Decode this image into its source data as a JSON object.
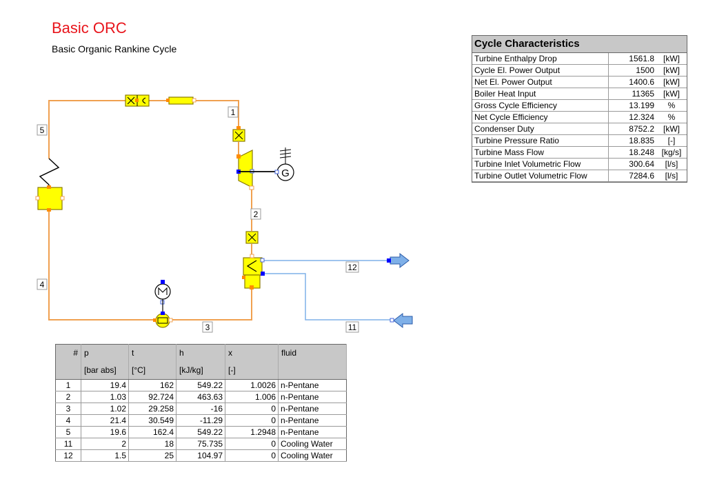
{
  "header": {
    "title": "Basic ORC",
    "subtitle": "Basic Organic Rankine Cycle"
  },
  "diagram": {
    "pipe_labels": [
      "1",
      "2",
      "3",
      "4",
      "5",
      "11",
      "12"
    ],
    "colors": {
      "process_line": "#f0a050",
      "cooling_line": "#7fb0e8",
      "component_fill": "#ffff00",
      "port_blue": "#0000ff",
      "port_orange": "#ff8c00"
    }
  },
  "cycle_characteristics": {
    "title": "Cycle Characteristics",
    "rows": [
      {
        "label": "Turbine Enthalpy Drop",
        "value": "1561.8",
        "unit": "[kW]"
      },
      {
        "label": "Cycle El. Power Output",
        "value": "1500",
        "unit": "[kW]"
      },
      {
        "label": "Net El. Power Output",
        "value": "1400.6",
        "unit": "[kW]"
      },
      {
        "label": "Boiler Heat Input",
        "value": "11365",
        "unit": "[kW]"
      },
      {
        "label": "Gross Cycle Efficiency",
        "value": "13.199",
        "unit": "%"
      },
      {
        "label": "Net Cycle Efficiency",
        "value": "12.324",
        "unit": "%"
      },
      {
        "label": "Condenser Duty",
        "value": "8752.2",
        "unit": "[kW]"
      },
      {
        "label": "Turbine Pressure Ratio",
        "value": "18.835",
        "unit": "[-]"
      },
      {
        "label": "Turbine Mass Flow",
        "value": "18.248",
        "unit": "[kg/s]"
      },
      {
        "label": "Turbine Inlet Volumetric Flow",
        "value": "300.64",
        "unit": "[l/s]"
      },
      {
        "label": "Turbine Outlet Volumetric Flow",
        "value": "7284.6",
        "unit": "[l/s]"
      }
    ]
  },
  "stream_table": {
    "headers": [
      "#",
      "p",
      "t",
      "h",
      "x",
      "fluid"
    ],
    "units": [
      "",
      "[bar abs]",
      "[°C]",
      "[kJ/kg]",
      "[-]",
      ""
    ],
    "rows": [
      [
        "1",
        "19.4",
        "162",
        "549.22",
        "1.0026",
        "n-Pentane"
      ],
      [
        "2",
        "1.03",
        "92.724",
        "463.63",
        "1.006",
        "n-Pentane"
      ],
      [
        "3",
        "1.02",
        "29.258",
        "-16",
        "0",
        "n-Pentane"
      ],
      [
        "4",
        "21.4",
        "30.549",
        "-11.29",
        "0",
        "n-Pentane"
      ],
      [
        "5",
        "19.6",
        "162.4",
        "549.22",
        "1.2948",
        "n-Pentane"
      ],
      [
        "11",
        "2",
        "18",
        "75.735",
        "0",
        "Cooling Water"
      ],
      [
        "12",
        "1.5",
        "25",
        "104.97",
        "0",
        "Cooling Water"
      ]
    ]
  }
}
